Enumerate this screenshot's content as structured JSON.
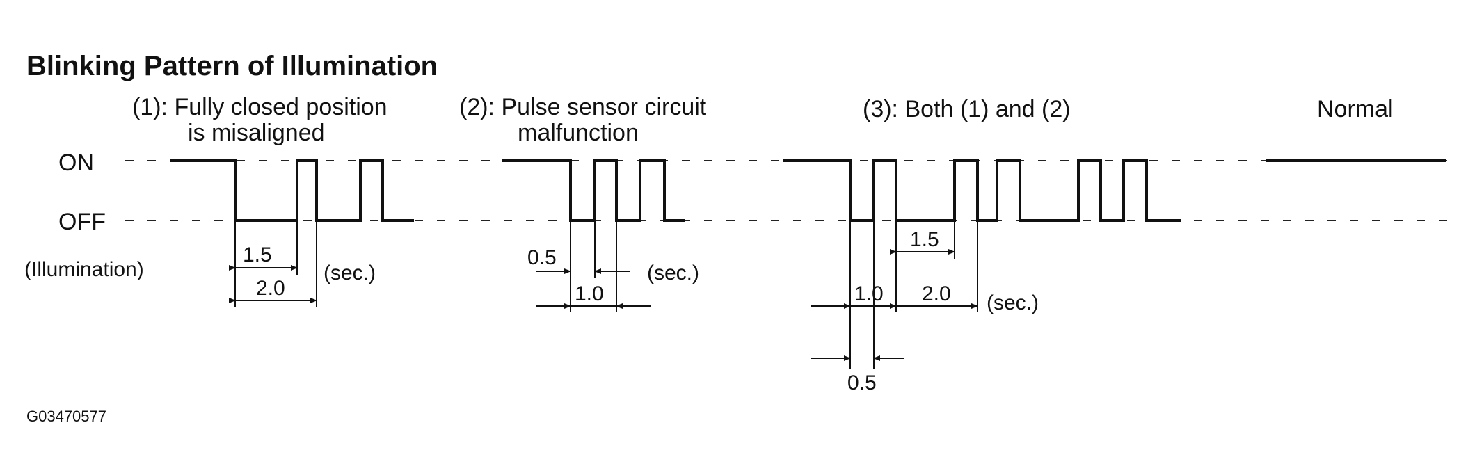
{
  "title": "Blinking Pattern of Illumination",
  "levels": {
    "on": "ON",
    "off": "OFF",
    "illumination": "(Illumination)"
  },
  "patterns": [
    {
      "id": "1",
      "label_line1": "(1):  Fully closed position",
      "label_line2": "is misaligned",
      "dims": {
        "a": "1.5",
        "b": "2.0"
      },
      "unit": "(sec.)"
    },
    {
      "id": "2",
      "label_line1": "(2):  Pulse sensor circuit",
      "label_line2": "malfunction",
      "dims": {
        "a": "0.5",
        "b": "1.0"
      },
      "unit": "(sec.)"
    },
    {
      "id": "3",
      "label_line1": "(3): Both (1) and (2)",
      "dims": {
        "a": "1.5",
        "b": "1.0",
        "c": "2.0",
        "d": "0.5"
      },
      "unit": "(sec.)"
    },
    {
      "id": "normal",
      "label_line1": "Normal"
    }
  ],
  "figure_id": "G03470577"
}
